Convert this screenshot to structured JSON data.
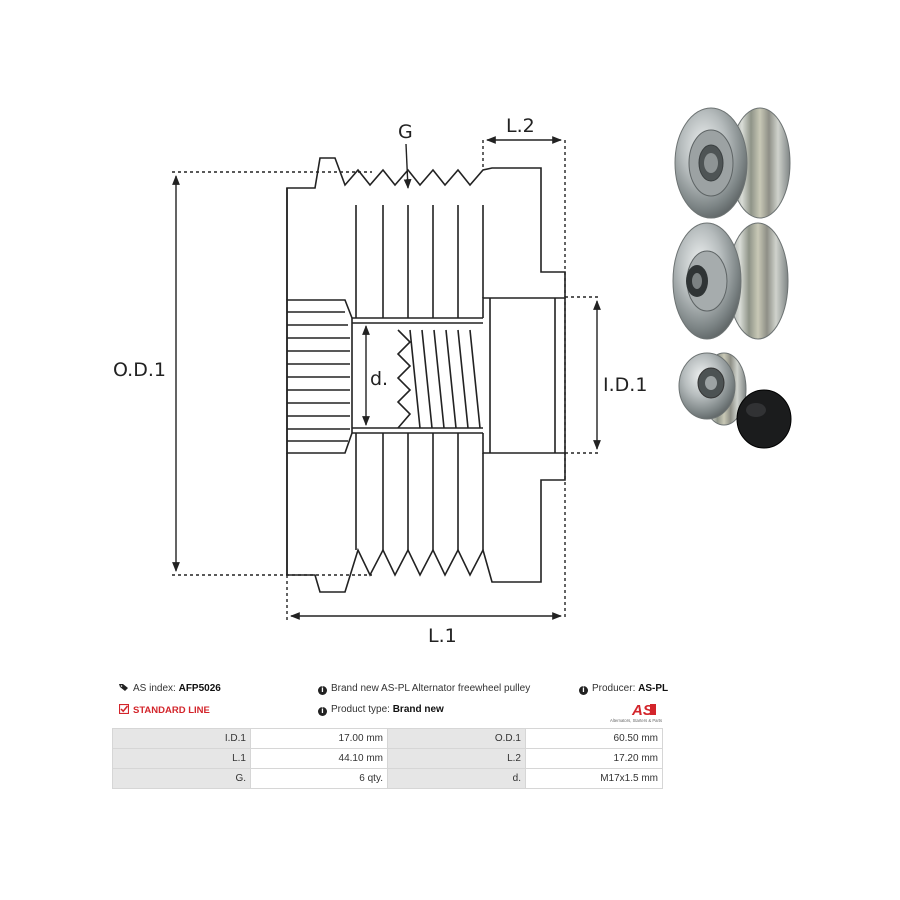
{
  "diagram": {
    "labels": {
      "od1": "O.D.1",
      "id1": "I.D.1",
      "l1": "L.1",
      "l2": "L.2",
      "g": "G",
      "d": "d."
    }
  },
  "photos": {
    "items": [
      "pulley-front-view",
      "pulley-rear-view",
      "pulley-with-cap"
    ]
  },
  "info": {
    "as_index_label": "AS index:",
    "as_index_value": "AFP5026",
    "standard_line": "STANDARD LINE",
    "description": "Brand new AS-PL Alternator freewheel pulley",
    "product_type_label": "Product type:",
    "product_type_value": "Brand new",
    "producer_label": "Producer:",
    "producer_value": "AS-PL",
    "logo_text": "AS",
    "logo_tagline": "Alternators, Starters & Parts"
  },
  "specs": [
    {
      "label1": "I.D.1",
      "value1": "17.00 mm",
      "label2": "O.D.1",
      "value2": "60.50 mm"
    },
    {
      "label1": "L.1",
      "value1": "44.10 mm",
      "label2": "L.2",
      "value2": "17.20 mm"
    },
    {
      "label1": "G.",
      "value1": "6 qty.",
      "label2": "d.",
      "value2": "M17x1.5 mm"
    }
  ],
  "colors": {
    "accent_red": "#d3252b",
    "table_label_bg": "#e6e6e6",
    "metal": "#a9b0b3"
  }
}
